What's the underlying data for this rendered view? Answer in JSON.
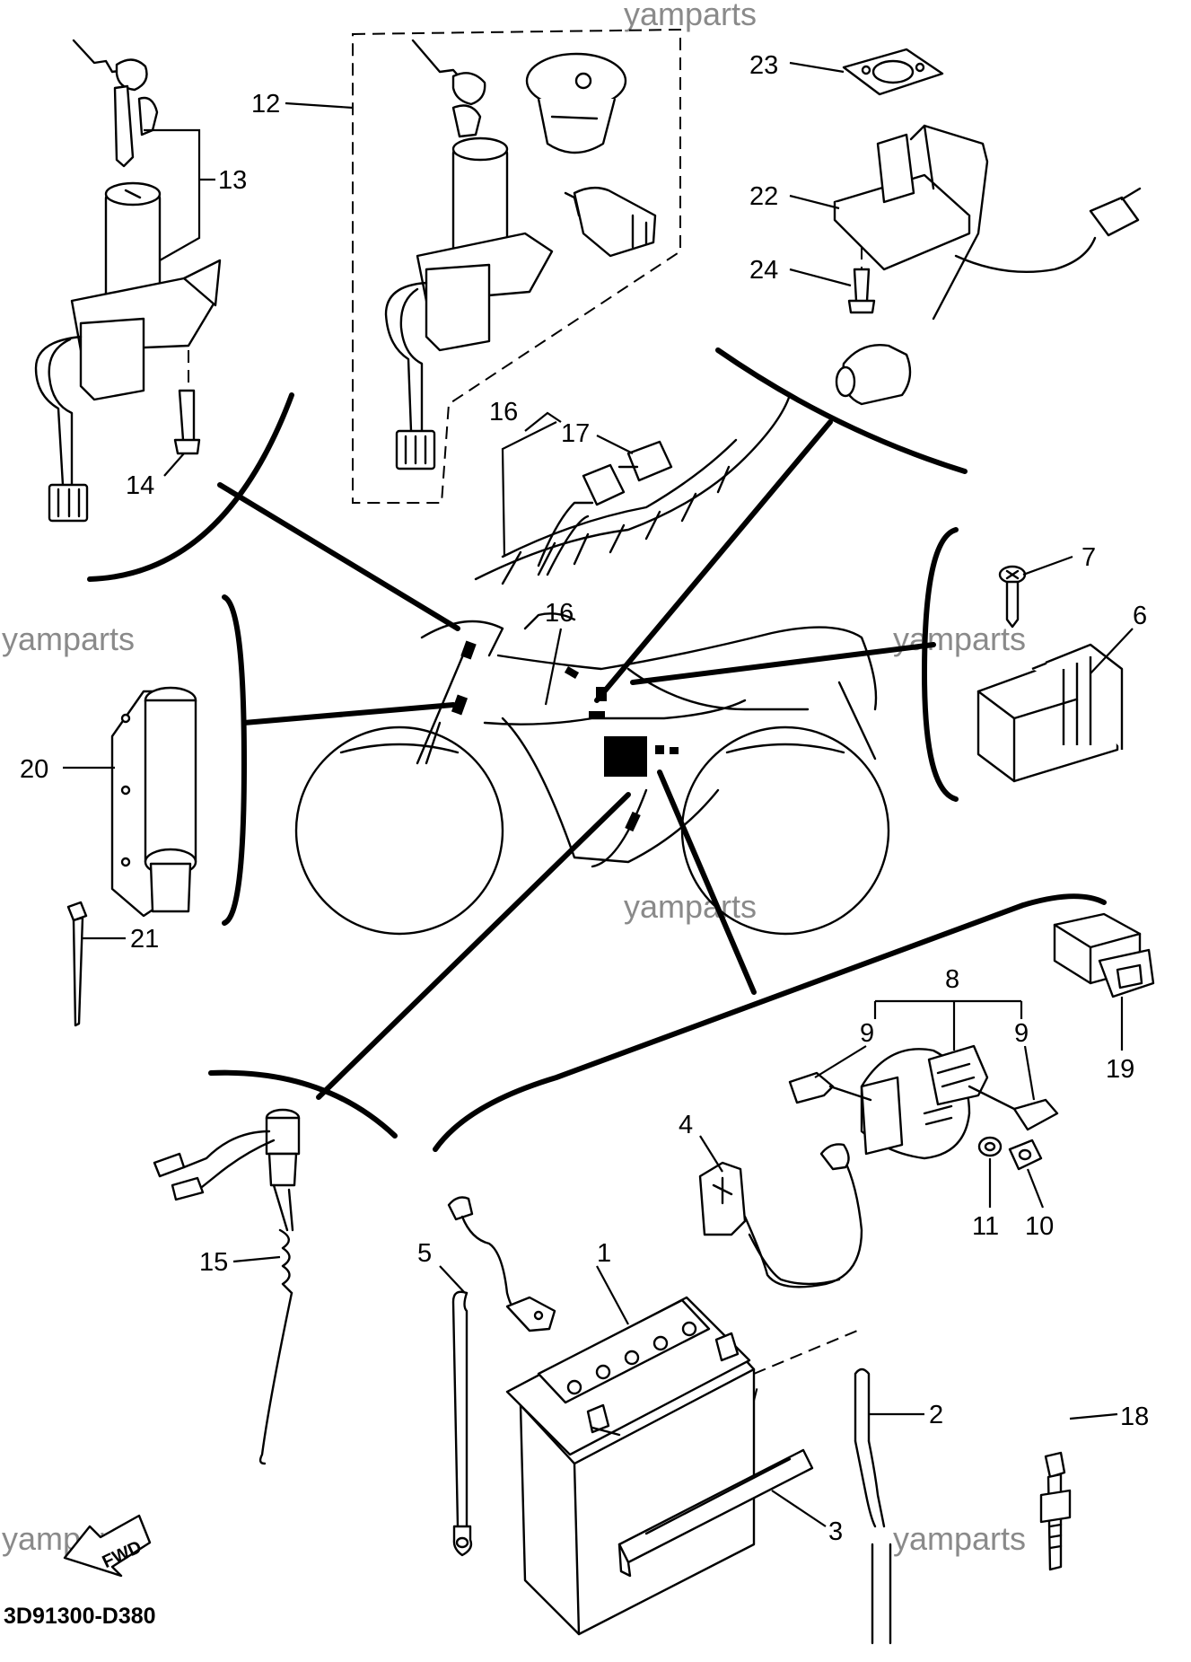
{
  "watermark": "yamparts",
  "diagram_code": "3D91300-D380",
  "fwd_label": "FWD",
  "callouts": {
    "c1": "1",
    "c2": "2",
    "c3": "3",
    "c4": "4",
    "c5": "5",
    "c6": "6",
    "c7": "7",
    "c8": "8",
    "c9a": "9",
    "c9b": "9",
    "c10": "10",
    "c11": "11",
    "c12": "12",
    "c13": "13",
    "c14": "14",
    "c15": "15",
    "c16a": "16",
    "c16b": "16",
    "c17": "17",
    "c18": "18",
    "c19": "19",
    "c20": "20",
    "c21": "21",
    "c22": "22",
    "c23": "23",
    "c24": "24"
  }
}
